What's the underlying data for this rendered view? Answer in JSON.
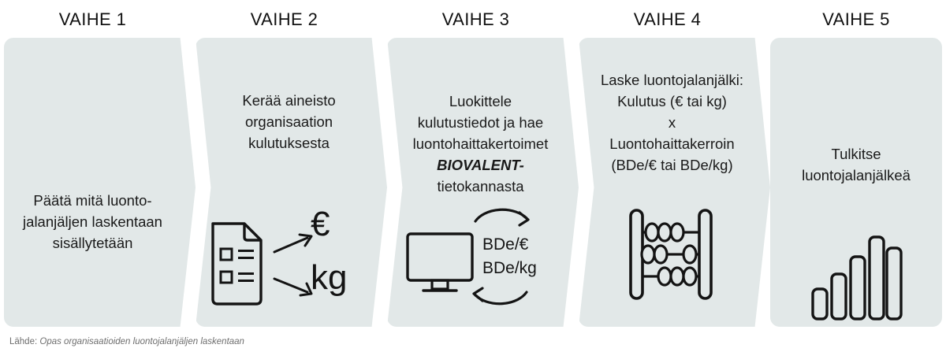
{
  "theme": {
    "panel_bg": "#e2e8e8",
    "page_bg": "#ffffff",
    "text": "#1a1a1a",
    "header_text": "#111111",
    "source_text": "#6e6e6e",
    "icon_stroke": "#141414"
  },
  "stages": [
    {
      "header": "VAIHE 1",
      "body": "Päätä mitä luonto-\njalanjäljen laskentaan\nsisällytetään",
      "graphic": null
    },
    {
      "header": "VAIHE 2",
      "body": "Kerää aineisto\norganisaation\nkulutuksesta",
      "graphic": {
        "type": "document-to-units",
        "icon": "document-checklist-icon",
        "outputs": [
          "€",
          "kg"
        ]
      }
    },
    {
      "header": "VAIHE 3",
      "body_parts": [
        {
          "text": "Luokittele\nkulutustiedot ja hae\nluontohaittakertoimet\n",
          "emphasis": false
        },
        {
          "text": "BIOVALENT-",
          "emphasis": true
        },
        {
          "text": "\ntietokannasta",
          "emphasis": false
        }
      ],
      "graphic": {
        "type": "monitor-database-lookup",
        "icon": "monitor-icon",
        "cycle_icon": "circular-arrows-icon",
        "labels": "BDe/€\nBDe/kg"
      }
    },
    {
      "header": "VAIHE 4",
      "body": "Laske luontojalanjälki:\nKulutus (€ tai kg)\nx\nLuontohaittakerroin\n(BDe/€ tai BDe/kg)",
      "graphic": {
        "type": "abacus",
        "icon": "abacus-icon",
        "rows": [
          {
            "left_beads": 3,
            "right_beads": 0
          },
          {
            "left_beads": 2,
            "right_beads": 1
          },
          {
            "left_beads": 0,
            "right_beads": 3
          }
        ]
      }
    },
    {
      "header": "VAIHE 5",
      "body": "Tulkitse\nluontojalanjälkeä",
      "graphic": {
        "type": "bar-chart",
        "icon": "bar-chart-icon",
        "bars": [
          34,
          55,
          78,
          104,
          86
        ]
      }
    }
  ],
  "source": {
    "label": "Lähde: ",
    "title": "Opas organisaatioiden luontojalanjäljen laskentaan"
  }
}
